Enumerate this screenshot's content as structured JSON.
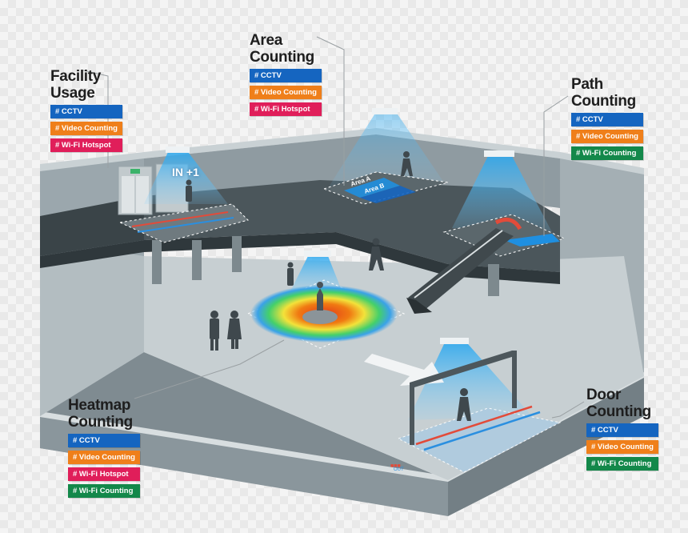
{
  "callouts": {
    "facility": {
      "title_line1": "Facility",
      "title_line2": "Usage",
      "tags": [
        "# CCTV",
        "# Video Counting",
        "# Wi-Fi Hotspot"
      ]
    },
    "area": {
      "title_line1": "Area",
      "title_line2": "Counting",
      "tags": [
        "# CCTV",
        "# Video Counting",
        "# Wi-Fi Hotspot"
      ]
    },
    "path": {
      "title_line1": "Path",
      "title_line2": "Counting",
      "tags": [
        "# CCTV",
        "# Video Counting",
        "# Wi-Fi Counting"
      ]
    },
    "heatmap": {
      "title_line1": "Heatmap",
      "title_line2": "Counting",
      "tags": [
        "# CCTV",
        "# Video Counting",
        "# Wi-Fi Hotspot",
        "# Wi-Fi Counting"
      ]
    },
    "door": {
      "title_line1": "Door",
      "title_line2": "Counting",
      "tags": [
        "# CCTV",
        "# Video Counting",
        "# Wi-Fi Counting"
      ]
    }
  },
  "scene": {
    "in_counter": "IN +1",
    "area_a": "Area A",
    "area_b": "Area B",
    "out_label": "OUT"
  },
  "colors": {
    "cctv": "#1565c0",
    "video": "#ef7f1a",
    "wifi_hotspot": "#e01e5a",
    "wifi_counting": "#13884a"
  }
}
